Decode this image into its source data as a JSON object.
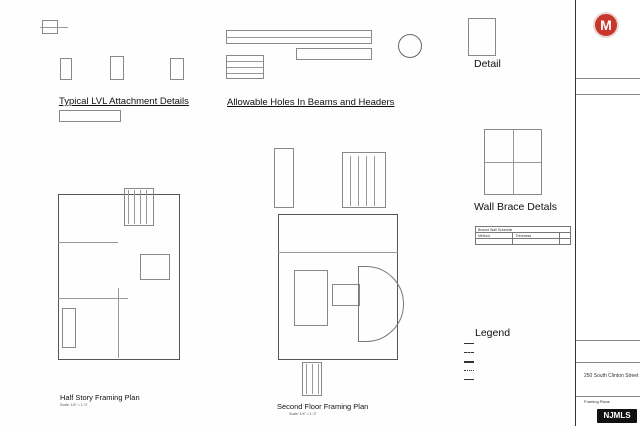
{
  "sheet": {
    "titles": {
      "lvl_details": "Typical LVL Attachment Details",
      "allowable_holes": "Allowable Holes In Beams and Headers",
      "detail": "Detail",
      "wall_brace": "Wall Brace Detals",
      "half_story_plan": "Half Story Framing Plan",
      "second_floor_plan": "Second Floor Framing Plan",
      "legend": "Legend"
    },
    "scales": {
      "half_story_plan": "Scale: 1/4\" = 1'-0\"",
      "second_floor_plan": "Scale: 1/4\" = 1'-0\""
    },
    "braced_wall_schedule": {
      "title": "Braced Wall Schedule",
      "headers": [
        "Method",
        "Thickness",
        ""
      ]
    },
    "title_block": {
      "address": "250 South Clinton Street",
      "sheet_name": "Framing Plans"
    },
    "watermark": "NJMLS"
  }
}
